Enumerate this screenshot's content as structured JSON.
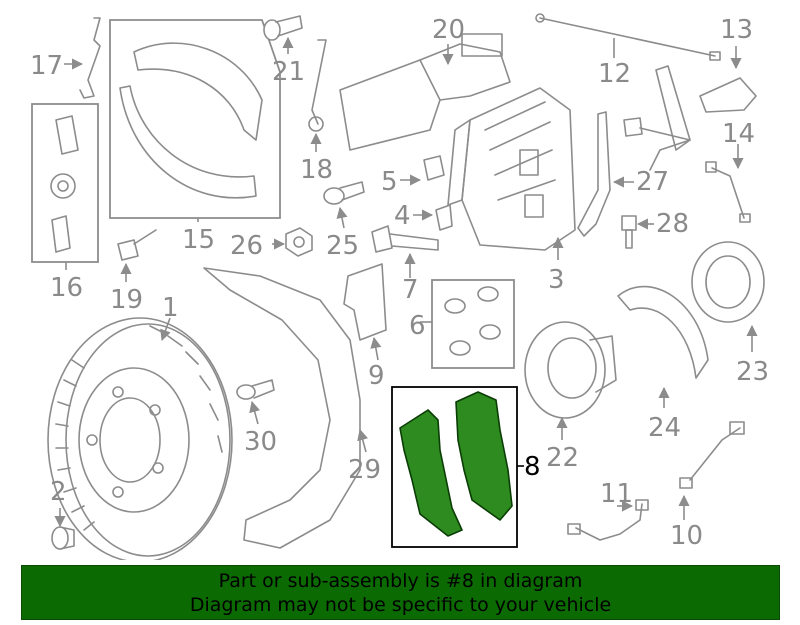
{
  "colors": {
    "highlight_part": "#2e8b1f",
    "banner_bg": "#0b6b02",
    "part_line": "#8c8c8c",
    "callout_text": "#8a8a8a",
    "highlight_text": "#000000"
  },
  "callouts": {
    "c1": "1",
    "c2": "2",
    "c3": "3",
    "c4": "4",
    "c5": "5",
    "c6": "6",
    "c7": "7",
    "c8": "8",
    "c9": "9",
    "c10": "10",
    "c11": "11",
    "c12": "12",
    "c13": "13",
    "c14": "14",
    "c15": "15",
    "c16": "16",
    "c17": "17",
    "c18": "18",
    "c19": "19",
    "c20": "20",
    "c21": "21",
    "c22": "22",
    "c23": "23",
    "c24": "24",
    "c25": "25",
    "c26": "26",
    "c27": "27",
    "c28": "28",
    "c29": "29",
    "c30": "30"
  },
  "highlighted_part": "8",
  "banner": {
    "line1": "Part or sub-assembly is #8 in diagram",
    "line2": "Diagram may not be specific to your vehicle"
  }
}
